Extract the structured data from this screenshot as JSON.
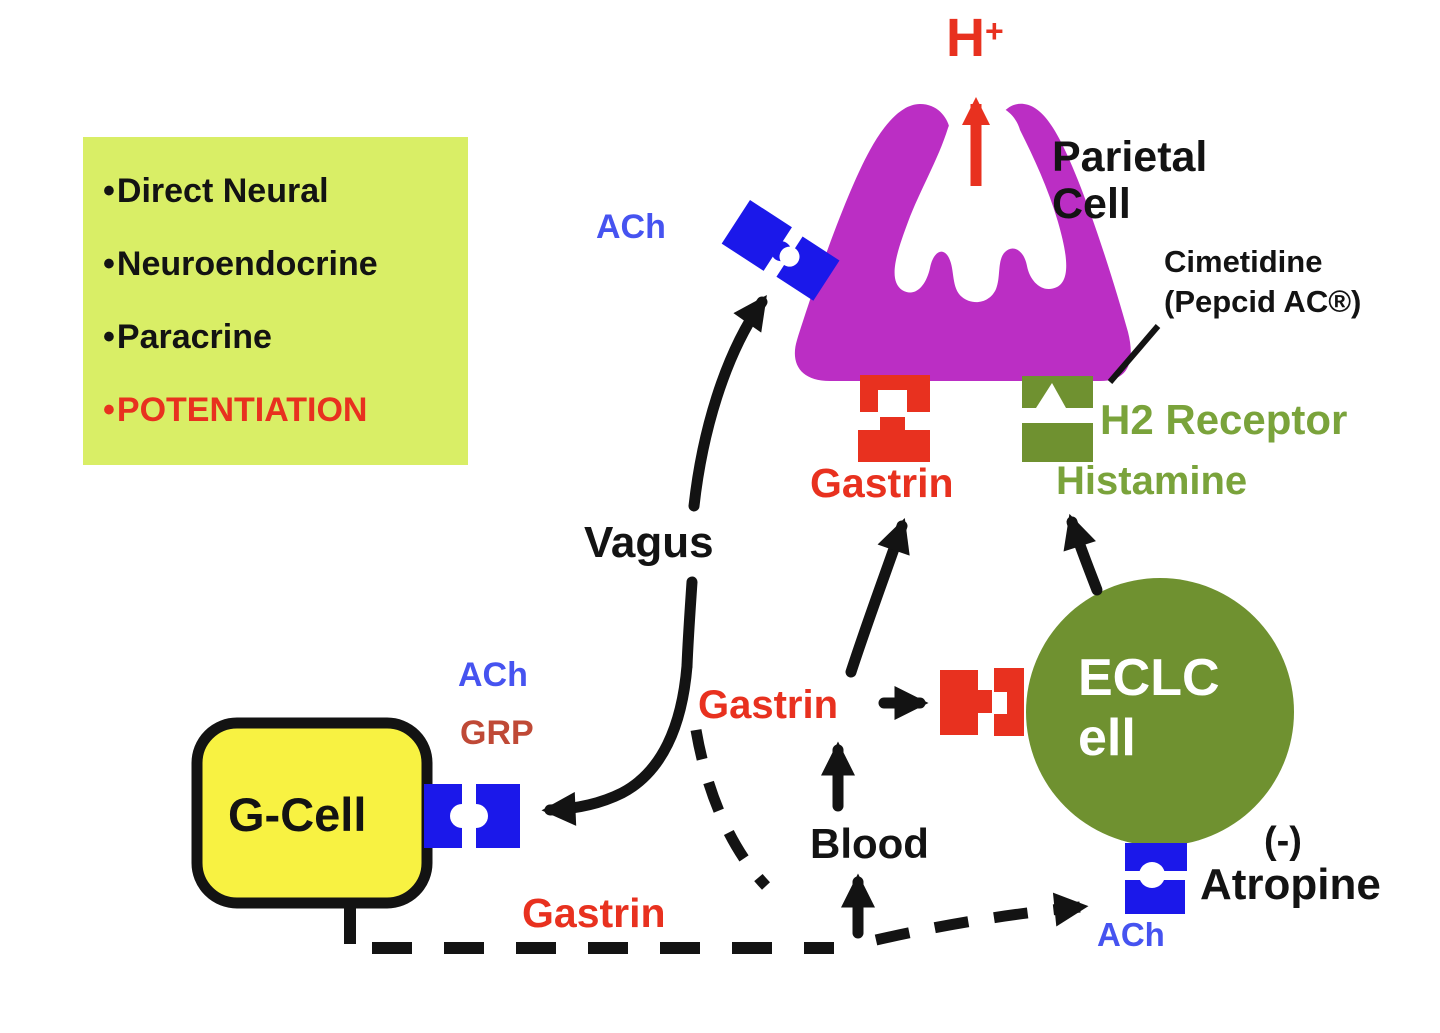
{
  "legend": {
    "bullet": "•",
    "items": [
      {
        "label": "Direct Neural"
      },
      {
        "label": "Neuroendocrine"
      },
      {
        "label": "Paracrine"
      },
      {
        "label": "POTENTIATION"
      }
    ]
  },
  "labels": {
    "h_ion": {
      "base": "H",
      "sup": "+"
    },
    "parietal_cell": "Parietal\nCell",
    "ach_parietal": "ACh",
    "cimetidine": "Cimetidine\n(Pepcid AC®)",
    "gastrin_parietal": "Gastrin",
    "h2_receptor": "H2 Receptor",
    "histamine": "Histamine",
    "vagus": "Vagus",
    "gastrin_middle": "Gastrin",
    "ecl_cell": "ECLC\nell",
    "ach_gcell": "ACh",
    "grp": "GRP",
    "g_cell": "G-Cell",
    "blood": "Blood",
    "gastrin_bottom": "Gastrin",
    "atropine_minus": "(-)",
    "atropine": "Atropine",
    "ach_ecl": "ACh"
  },
  "colors": {
    "red": "#e8311f",
    "blue_receptor": "#1b18ea",
    "blue_text": "#4653f0",
    "magenta_parietal": "#bb2ec4",
    "olive_cell": "#6f9130",
    "olive_text": "#7aa33b",
    "yellow_gcell": "#f8f242",
    "legend_background": "#d9ee66",
    "grp_text": "#bf4936",
    "black": "#131313"
  }
}
